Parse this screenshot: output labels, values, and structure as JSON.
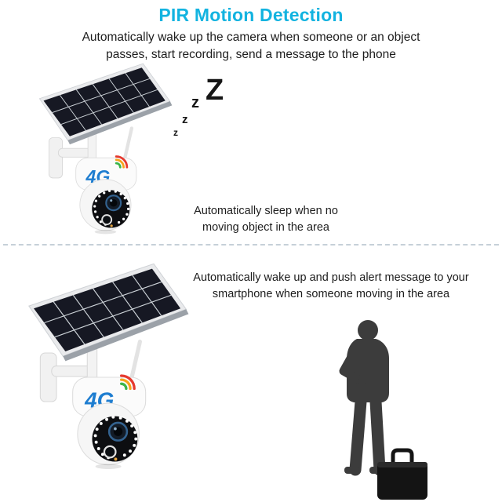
{
  "header": {
    "title": "PIR Motion Detection",
    "subtitle_line1": "Automatically wake up the camera when someone or an object",
    "subtitle_line2": "passes, start recording, send a message to the phone"
  },
  "scene_sleep": {
    "caption_line1": "Automatically sleep when no",
    "caption_line2": "moving object in the area",
    "camera_logo": "4G",
    "sleep_letters": {
      "big": "Z",
      "mid": "z",
      "small": "z",
      "tiny": "z"
    }
  },
  "scene_alert": {
    "caption_line1": "Automatically wake up and push alert message to your",
    "caption_line2": "smartphone when someone moving in the area",
    "camera_logo": "4G"
  },
  "colors": {
    "title_accent": "#12b3e0",
    "body_text": "#1d1d1d",
    "divider": "#c6d0d8",
    "solar_panel": "#161823",
    "silhouette": "#3c3c3c",
    "logo_blue": "#1e7dd0",
    "signal_arc_green": "#3bb54a",
    "signal_arc_orange": "#f7a31c",
    "signal_arc_red": "#e6392e"
  }
}
